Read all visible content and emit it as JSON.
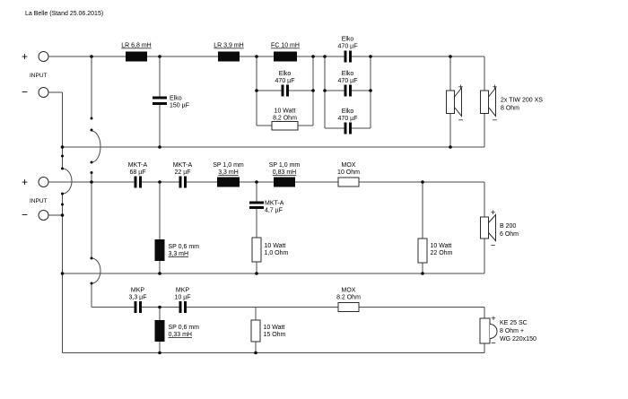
{
  "title": "La Belle (Stand 25.06.2015)",
  "sym": {
    "plus": "+",
    "minus": "−",
    "input": "INPUT"
  },
  "labels": {
    "lr68": [
      "LR 6,8 mH"
    ],
    "lr39": [
      "LR 3,9 mH"
    ],
    "fc10": [
      "FC 10 mH"
    ],
    "elko150": [
      "Elko",
      "150 µF"
    ],
    "elko470_notch": [
      "Elko",
      "470 µF"
    ],
    "r82": [
      "10 Watt",
      "8,2 Ohm"
    ],
    "elko470_a": [
      "Elko",
      "470 µF"
    ],
    "elko470_b": [
      "Elko",
      "470 µF"
    ],
    "elko470_c": [
      "Elko",
      "470 µF"
    ],
    "tiw": [
      "2x TIW 200 XS",
      "8 Ohm"
    ],
    "mkta68": [
      "MKT-A",
      "68 µF"
    ],
    "mkta22": [
      "MKT-A",
      "22 µF"
    ],
    "sp33": [
      "SP 1,0 mm",
      "3,3 mH"
    ],
    "sp083": [
      "SP 1,0 mm",
      "0,83 mH"
    ],
    "mox10": [
      "MOX",
      "10 Ohm"
    ],
    "mkta47": [
      "MKT-A",
      "4,7 µF"
    ],
    "r10": [
      "10 Watt",
      "1,0 Ohm"
    ],
    "sp06_33": [
      "SP 0,6 mm",
      "3,3 mH"
    ],
    "r22": [
      "10 Watt",
      "22 Ohm"
    ],
    "b200": [
      "B 200",
      "6 Ohm"
    ],
    "mkp33": [
      "MKP",
      "3,3 µF"
    ],
    "mkp10": [
      "MKP",
      "10 µF"
    ],
    "mox82": [
      "MOX",
      "8.2 Ohm"
    ],
    "sp06_033": [
      "SP 0,6 mm",
      "0,33 mH"
    ],
    "r15": [
      "10 Watt",
      "15 Ohm"
    ],
    "ke25": [
      "KE 25 SC",
      "8 Ohm +",
      "WG 220x150"
    ]
  }
}
